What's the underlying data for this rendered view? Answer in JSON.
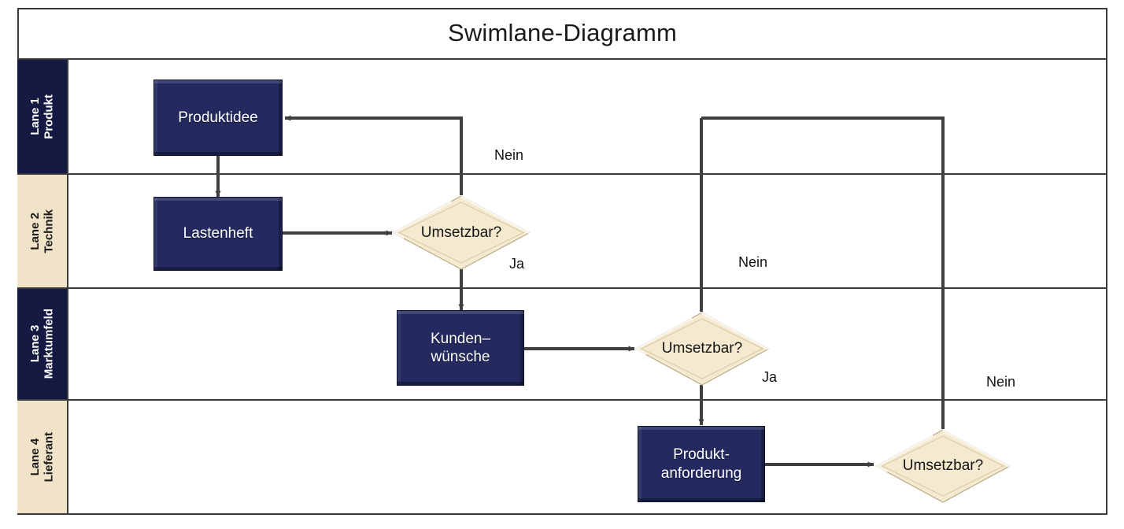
{
  "diagram": {
    "title": "Swimlane-Diagramm",
    "accent_dark": "#151a42",
    "accent_cream": "#f0e3c8",
    "process_fill": "#242a60",
    "decision_fill": "#f5ead0",
    "connector_color": "#404040"
  },
  "lanes": [
    {
      "id": "lane1",
      "number": "Lane 1",
      "name": "Produkt",
      "style": "dark"
    },
    {
      "id": "lane2",
      "number": "Lane 2",
      "name": "Technik",
      "style": "cream"
    },
    {
      "id": "lane3",
      "number": "Lane 3",
      "name": "Marktumfeld",
      "style": "dark"
    },
    {
      "id": "lane4",
      "number": "Lane 4",
      "name": "Lieferant",
      "style": "cream"
    }
  ],
  "nodes": {
    "produktidee": {
      "label": "Produktidee",
      "type": "process",
      "lane": "Lane 1"
    },
    "lastenheft": {
      "label": "Lastenheft",
      "type": "process",
      "lane": "Lane 2"
    },
    "decision1": {
      "label": "Umsetzbar?",
      "type": "decision",
      "lane": "Lane 2"
    },
    "kundenwuensche": {
      "line1": "Kunden–",
      "line2": "wünsche",
      "type": "process",
      "lane": "Lane 3"
    },
    "decision2": {
      "label": "Umsetzbar?",
      "type": "decision",
      "lane": "Lane 3"
    },
    "produktanforderung": {
      "line1": "Produkt-",
      "line2": "anforderung",
      "type": "process",
      "lane": "Lane 4"
    },
    "decision3": {
      "label": "Umsetzbar?",
      "type": "decision",
      "lane": "Lane 4"
    }
  },
  "edge_labels": {
    "nein1": "Nein",
    "ja1": "Ja",
    "nein2": "Nein",
    "ja2": "Ja",
    "nein3": "Nein"
  }
}
